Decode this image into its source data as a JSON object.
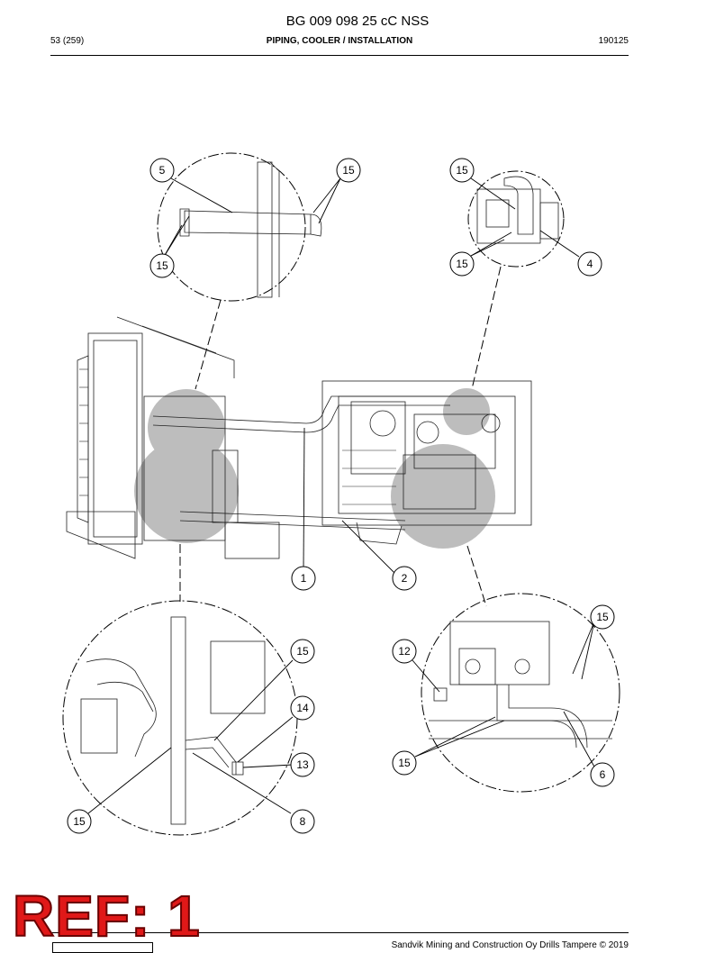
{
  "header": {
    "document_code": "BG 009 098 25 cC NSS",
    "page": "53 (259)",
    "section": "PIPING, COOLER / INSTALLATION",
    "date": "190125"
  },
  "callouts": [
    {
      "label": "5"
    },
    {
      "label": "15"
    },
    {
      "label": "15"
    },
    {
      "label": "15"
    },
    {
      "label": "15"
    },
    {
      "label": "4"
    },
    {
      "label": "1"
    },
    {
      "label": "2"
    },
    {
      "label": "15"
    },
    {
      "label": "14"
    },
    {
      "label": "13"
    },
    {
      "label": "15"
    },
    {
      "label": "8"
    },
    {
      "label": "12"
    },
    {
      "label": "15"
    },
    {
      "label": "15"
    },
    {
      "label": "6"
    }
  ],
  "stamp": "REF: 1",
  "footer": {
    "copyright": "Sandvik Mining and Construction Oy Drills Tampere © 2019"
  }
}
